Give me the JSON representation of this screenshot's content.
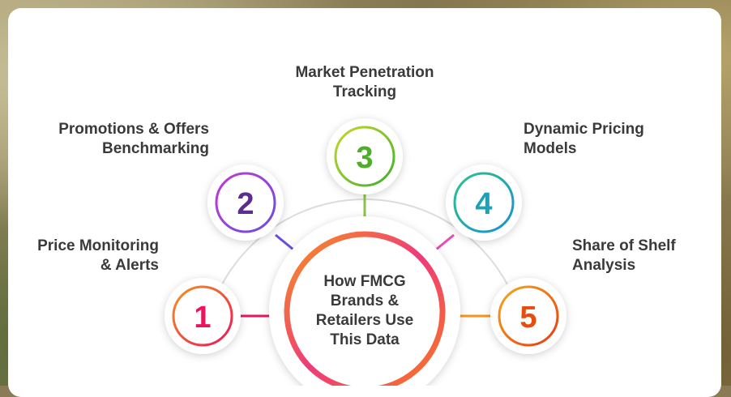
{
  "center": {
    "title": "How FMCG\nBrands &\nRetailers Use\nThis Data"
  },
  "steps": [
    {
      "number": "1",
      "label": "Price Monitoring\n& Alerts",
      "color": "#e8175d"
    },
    {
      "number": "2",
      "label": "Promotions & Offers\nBenchmarking",
      "color": "#5b2d8e"
    },
    {
      "number": "3",
      "label": "Market Penetration\nTracking",
      "color": "#4caf27"
    },
    {
      "number": "4",
      "label": "Dynamic Pricing\nModels",
      "color": "#1aa3b8"
    },
    {
      "number": "5",
      "label": "Share of Shelf\nAnalysis",
      "color": "#e84c0f"
    }
  ]
}
